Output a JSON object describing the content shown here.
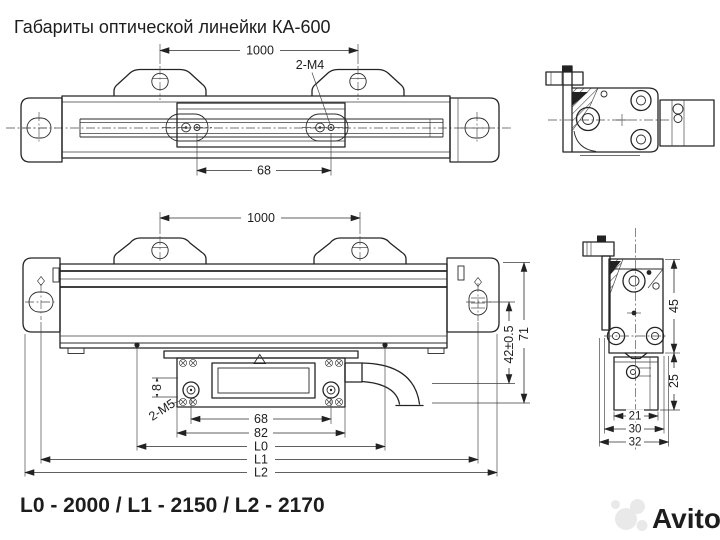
{
  "title": "Габариты оптической линейки КА-600",
  "top_view": {
    "dim_span": "1000",
    "thread_label": "2-M4",
    "dim_holes": "68"
  },
  "front_view": {
    "dim_span": "1000",
    "dim_slot": "8",
    "thread_label": "2-M5",
    "dim_screws": "68",
    "dim_head": "82",
    "dim_l0": "L0",
    "dim_l1": "L1",
    "dim_l2": "L2",
    "dim_height_center": "42±0.5",
    "dim_height_total": "71"
  },
  "side_view": {
    "dim_upper": "45",
    "dim_lower": "25",
    "dim_head_width": "21",
    "dim_body_width": "30",
    "dim_total_width": "32"
  },
  "footer": {
    "lengths": "L0 - 2000 / L1 - 2150 / L2 - 2170"
  },
  "watermark": {
    "brand": "Avito"
  },
  "colors": {
    "line": "#242424",
    "watermark": "#e9e9e9",
    "background": "#ffffff"
  }
}
